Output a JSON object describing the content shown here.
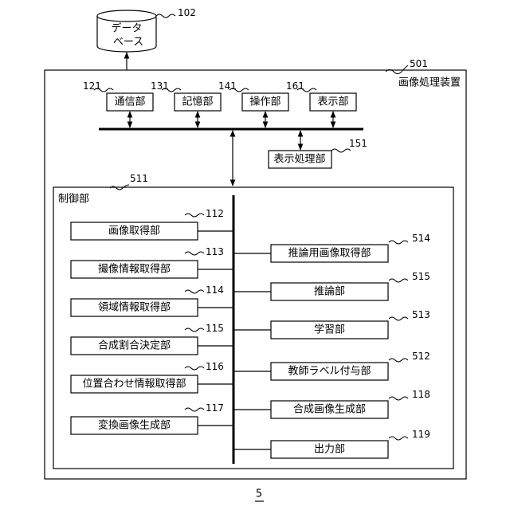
{
  "database": {
    "line1": "データ",
    "line2": "ベース",
    "ref": "102"
  },
  "device": {
    "title": "画像処理装置",
    "ref": "501"
  },
  "top_units": [
    {
      "label": "通信部",
      "ref": "121"
    },
    {
      "label": "記憶部",
      "ref": "131"
    },
    {
      "label": "操作部",
      "ref": "141"
    },
    {
      "label": "表示部",
      "ref": "161"
    }
  ],
  "display_processing": {
    "label": "表示処理部",
    "ref": "151"
  },
  "control": {
    "title": "制御部",
    "ref": "511"
  },
  "left_units": [
    {
      "label": "画像取得部",
      "ref": "112"
    },
    {
      "label": "撮像情報取得部",
      "ref": "113"
    },
    {
      "label": "領域情報取得部",
      "ref": "114"
    },
    {
      "label": "合成割合決定部",
      "ref": "115"
    },
    {
      "label": "位置合わせ情報取得部",
      "ref": "116"
    },
    {
      "label": "変換画像生成部",
      "ref": "117"
    }
  ],
  "right_units": [
    {
      "label": "推論用画像取得部",
      "ref": "514"
    },
    {
      "label": "推論部",
      "ref": "515"
    },
    {
      "label": "学習部",
      "ref": "513"
    },
    {
      "label": "教師ラベル付与部",
      "ref": "512"
    },
    {
      "label": "合成画像生成部",
      "ref": "118"
    },
    {
      "label": "出力部",
      "ref": "119"
    }
  ],
  "figure_number": "5"
}
